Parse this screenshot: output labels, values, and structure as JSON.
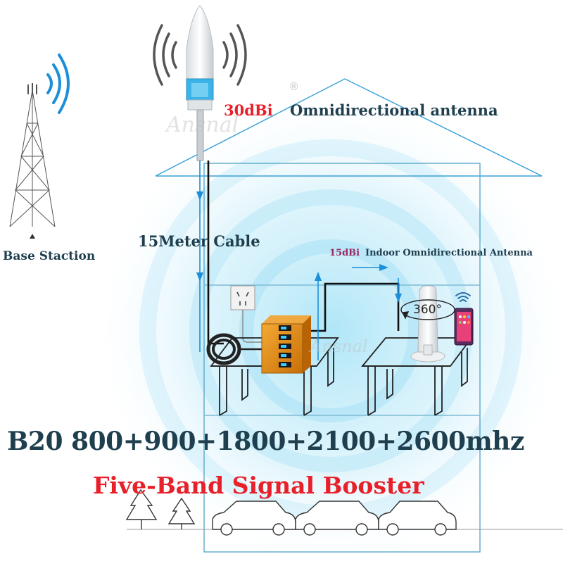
{
  "outdoor_antenna": {
    "gain": "30dBi",
    "name": "Omnidirectional antenna"
  },
  "cable_label": "15Meter Cable",
  "base_station_label": "Base Staction",
  "indoor_antenna": {
    "gain": "15dBi",
    "name": "Indoor Omnidirectional Antenna",
    "rotation_label": "360°"
  },
  "bands_line": "B20 800+900+1800+2100+2600mhz",
  "product_title": "Five-Band Signal Booster",
  "watermark": "Ansnal",
  "registered_mark": "®",
  "colors": {
    "accent_red": "#e8202a",
    "text_dark": "#1f3f4f",
    "signal_blue": "#1d8fd8",
    "booster_orange": "#e08a14",
    "indoor_gain_color": "#9b2a60"
  },
  "icons": [
    "cell-tower-icon",
    "signal-waves-icon",
    "omni-antenna-icon",
    "cable-coil-icon",
    "power-outlet-icon",
    "booster-unit-icon",
    "indoor-antenna-icon",
    "smartphone-icon",
    "wifi-icon",
    "tree-icon",
    "car-icon"
  ]
}
